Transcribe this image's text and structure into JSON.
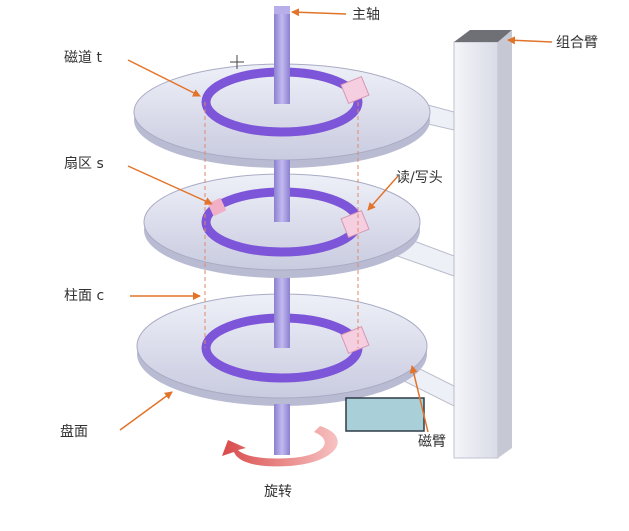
{
  "labels": {
    "spindle": "主轴",
    "assembly_arm": "组合臂",
    "track": "磁道 t",
    "sector": "扇区 s",
    "head": "读/写头",
    "cylinder": "柱面 c",
    "surface": "盘面",
    "arm": "磁臂",
    "rotation": "旋转"
  },
  "colors": {
    "platter": "#dcdcec",
    "platter_edge": "#9a9ab4",
    "track": "#7d55d8",
    "spindle": "#9a8fd8",
    "arm": "#eef0f7",
    "head": "#f5cfe0",
    "arrow": "#e2732a",
    "rotation": "#e46060",
    "callout_box": "#a9cfd8"
  }
}
